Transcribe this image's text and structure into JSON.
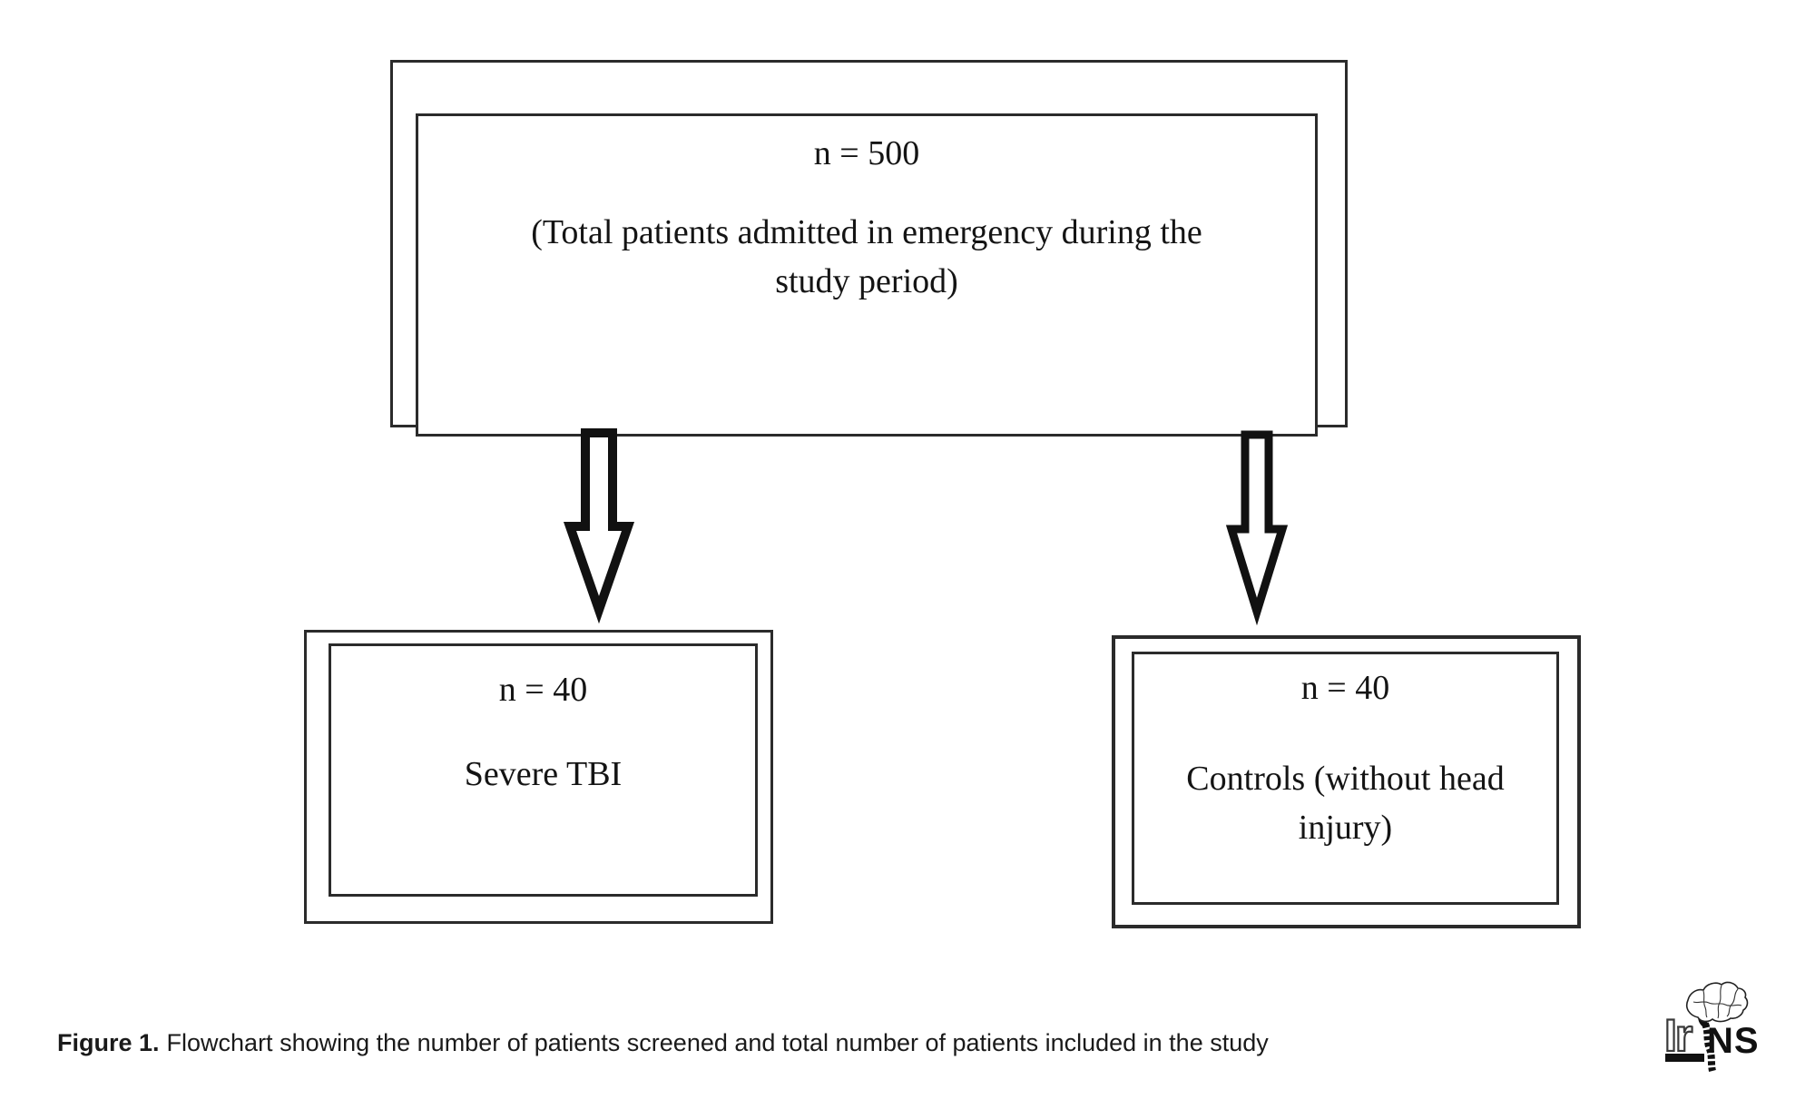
{
  "palette": {
    "ink": "#141414",
    "line": "#2b2b2b",
    "background": "#ffffff"
  },
  "flowchart": {
    "root": {
      "count": "n = 500",
      "description_lines": [
        "(Total patients admitted in emergency during the",
        "study period)"
      ]
    },
    "branches": [
      {
        "count": "n = 40",
        "label_lines": [
          "Severe TBI",
          ""
        ]
      },
      {
        "count": "n = 40",
        "label_lines": [
          "Controls (without head",
          "injury)"
        ]
      }
    ]
  },
  "caption": {
    "prefix": "Figure 1.",
    "text": "Flowchart showing the number of patients screened and total number of patients included in the study"
  },
  "logo": {
    "prefix": "Ir",
    "suffix": "NS"
  }
}
